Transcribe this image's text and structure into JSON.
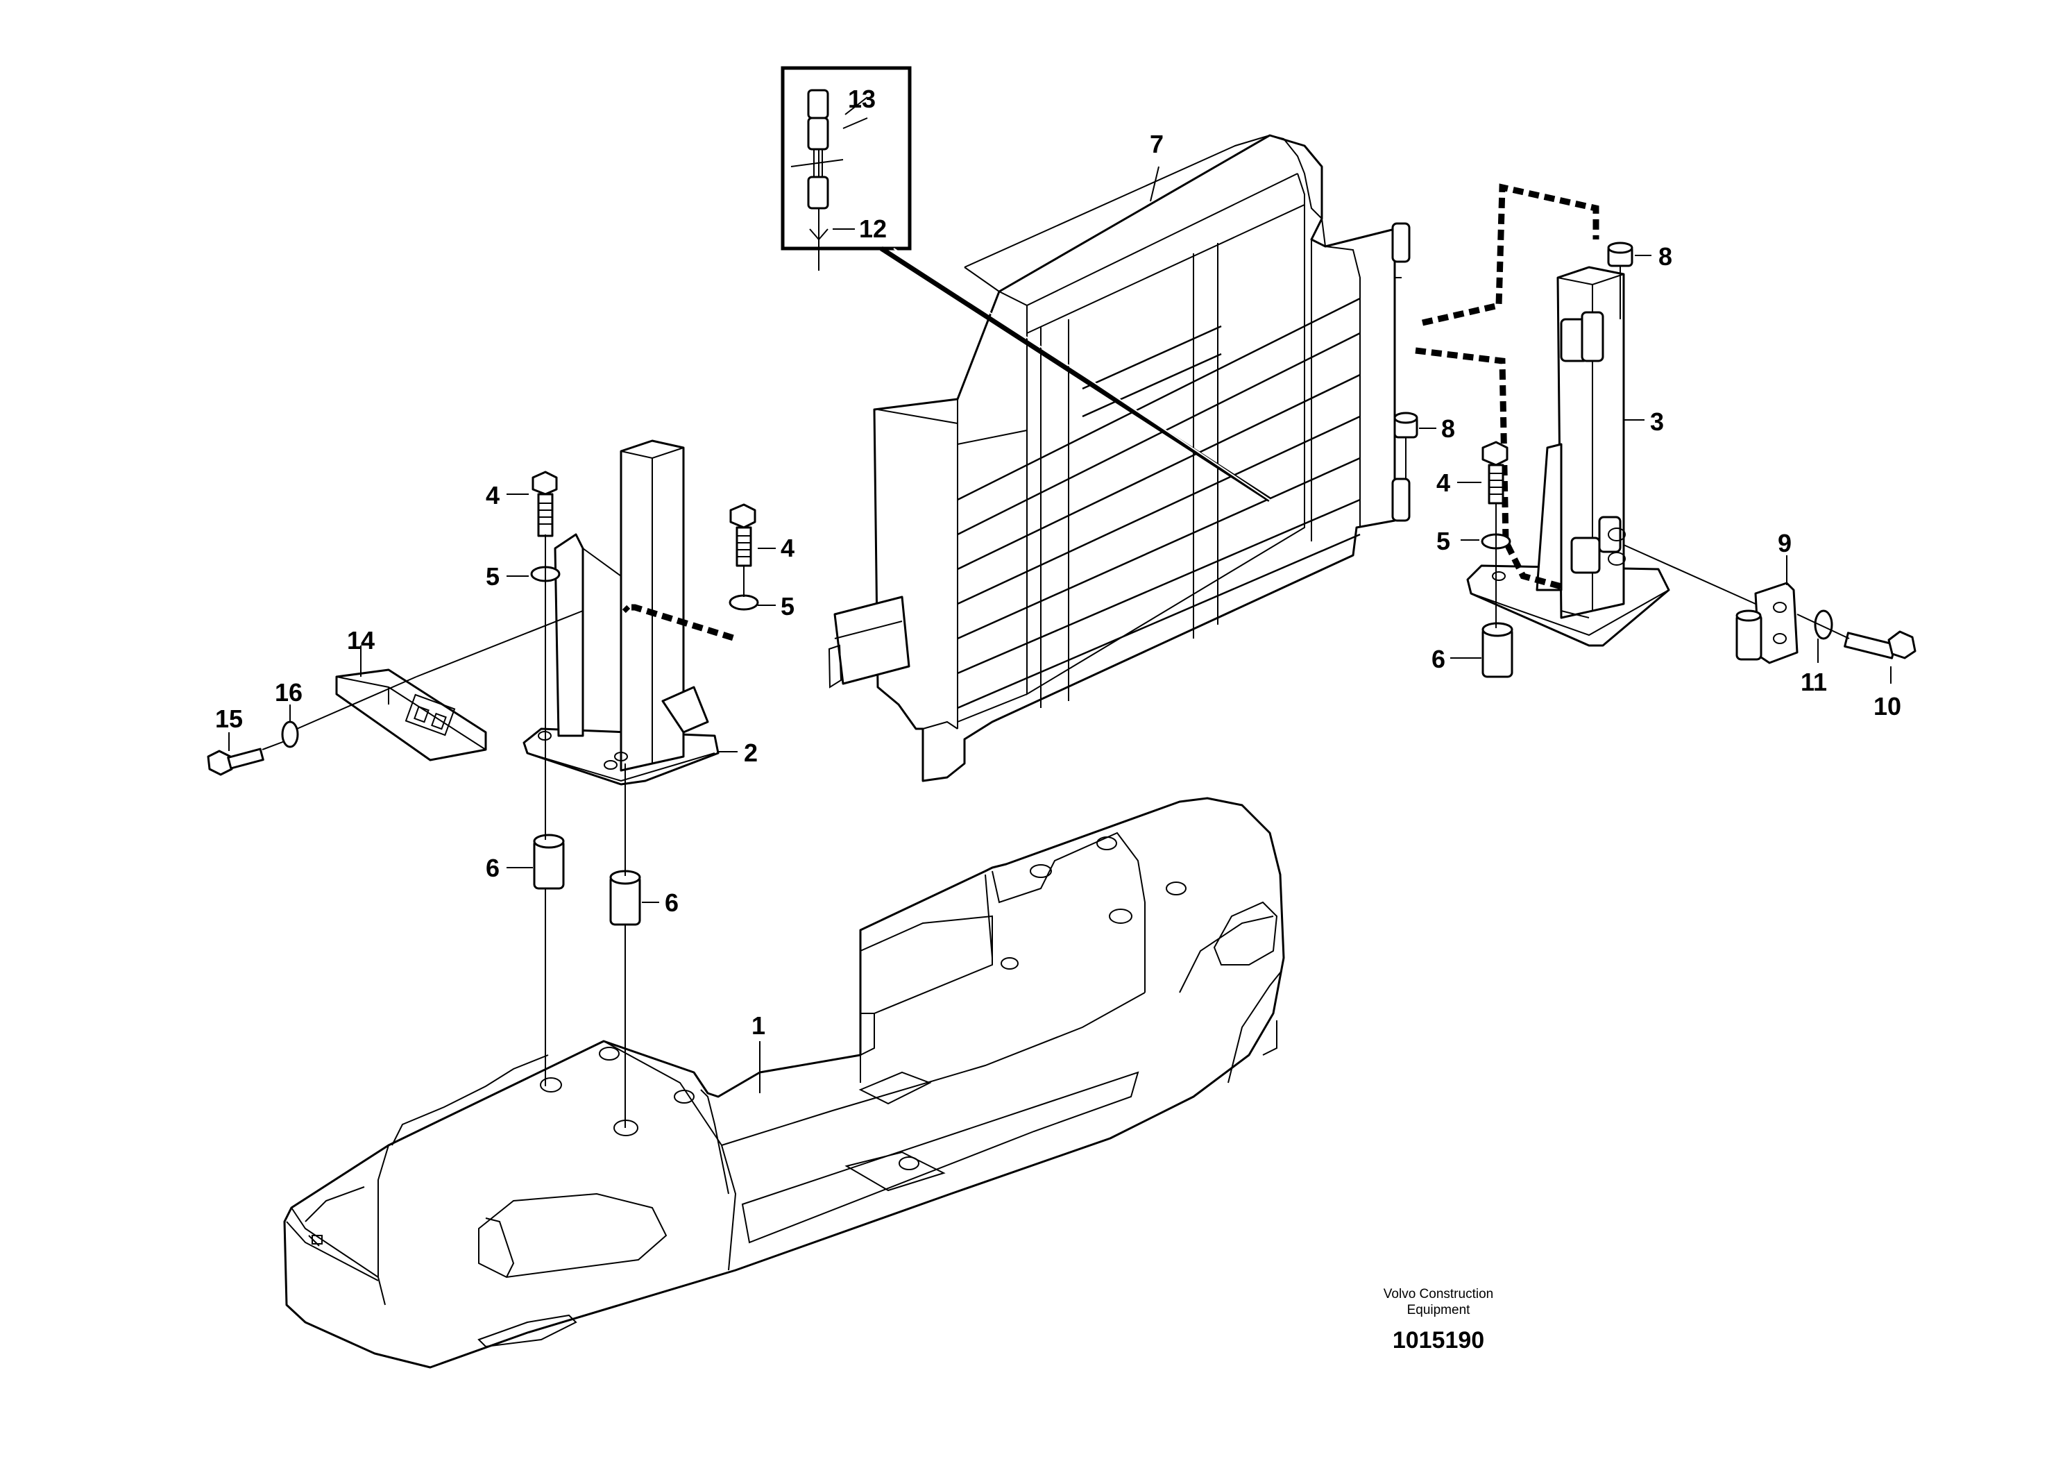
{
  "labels": {
    "p1": "1",
    "p2": "2",
    "p3": "3",
    "p4a": "4",
    "p4b": "4",
    "p4c": "4",
    "p5a": "5",
    "p5b": "5",
    "p5c": "5",
    "p6a": "6",
    "p6b": "6",
    "p6c": "6",
    "p7": "7",
    "p8a": "8",
    "p8b": "8",
    "p9": "9",
    "p10": "10",
    "p11": "11",
    "p12": "12",
    "p13": "13",
    "p14": "14",
    "p15": "15",
    "p16": "16"
  },
  "brand": {
    "line1": "Volvo Construction",
    "line2": "Equipment",
    "figure_number": "1015190"
  }
}
